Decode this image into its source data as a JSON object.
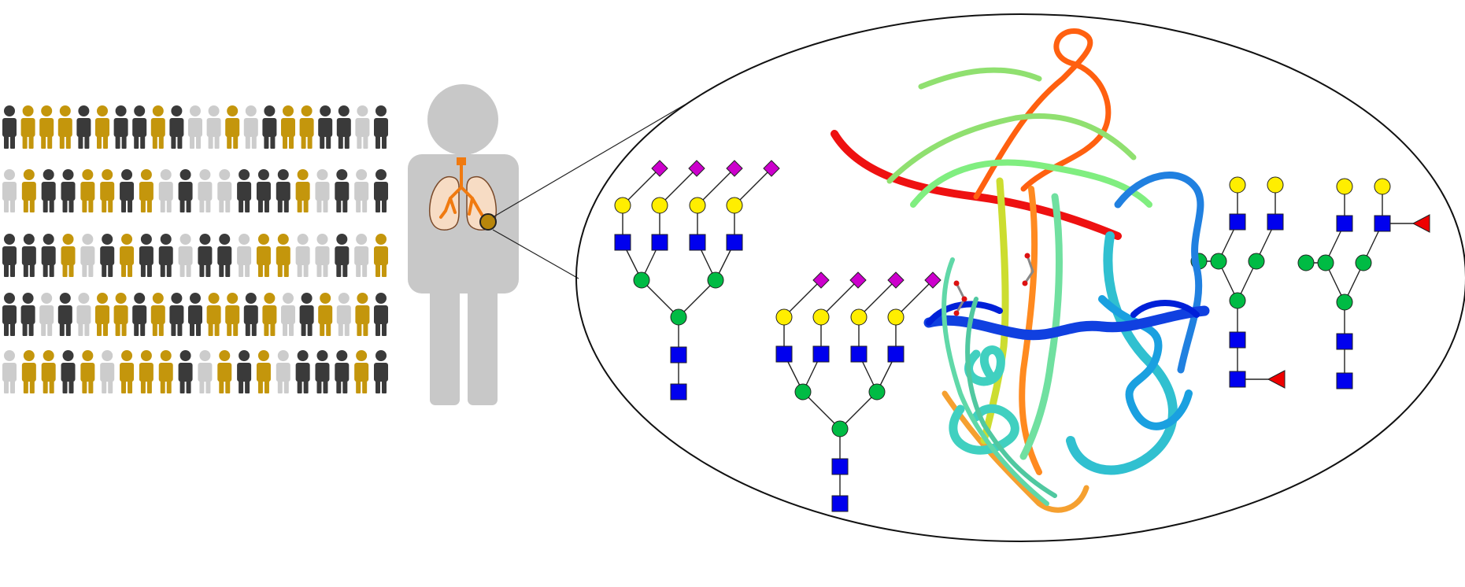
{
  "colors": {
    "person_dark": "#3a3a3a",
    "person_gold": "#c4960c",
    "person_light": "#cccccc",
    "silhouette": "#c8c8c8",
    "lung_fill": "#f7dcc4",
    "lung_stroke": "#7a4a2a",
    "airway": "#f07a10",
    "nodule": "#b8860b",
    "glcnac_square": "#0000ee",
    "mannose_circle": "#00bb44",
    "galactose_circle": "#ffee00",
    "sialic_diamond": "#cc00cc",
    "fucose_triangle": "#ee0000",
    "link": "#222222"
  },
  "population_rows": [
    "dgggdgddgdllgldggddld",
    "lgddggdgldlldddgldld",
    "dddgldgddlddlgglldlg",
    "ddldlggdgddggdgldglgd",
    "lggdglgggdlgdgldddgd"
  ],
  "icons": {
    "person": "person-icon",
    "lungs": "lungs-icon",
    "nodule": "tumor-nodule-icon",
    "protein": "protein-ribbon-structure",
    "glcnac": "glcnac-square-icon",
    "mannose": "mannose-circle-icon",
    "galactose": "galactose-circle-icon",
    "sialic_acid": "sialic-acid-diamond-icon",
    "fucose": "fucose-triangle-icon"
  }
}
